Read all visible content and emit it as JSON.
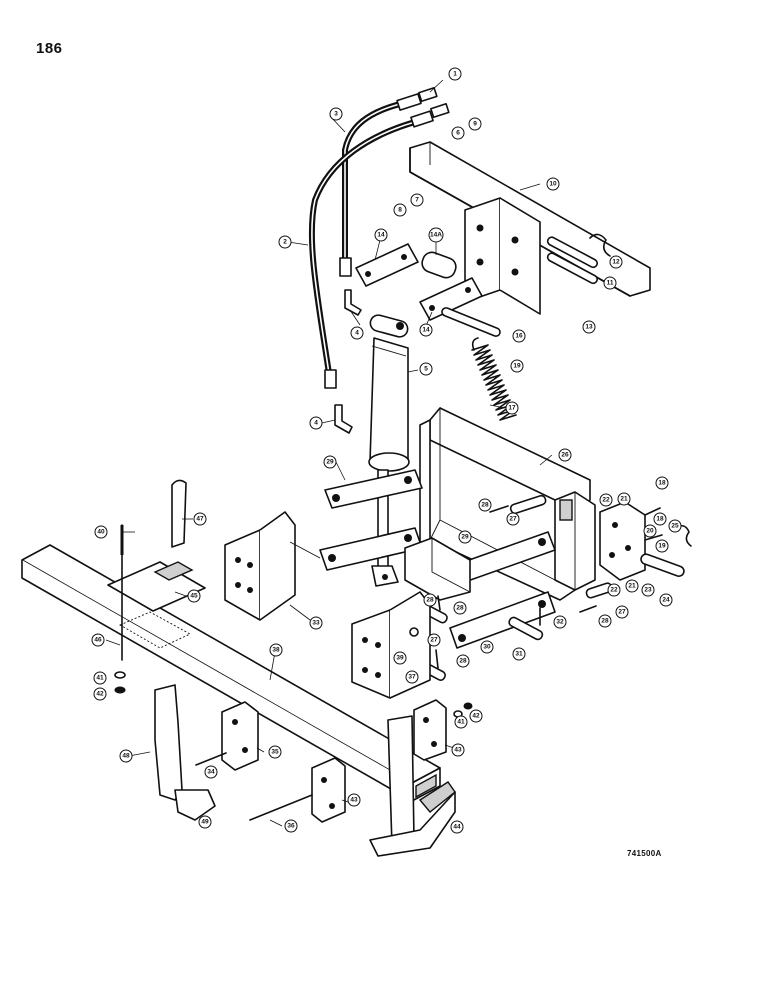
{
  "page": {
    "number": "186",
    "figure_code": "741500A"
  },
  "callouts": [
    "1",
    "2",
    "3",
    "4",
    "4",
    "5",
    "6",
    "7",
    "8",
    "9",
    "10",
    "11",
    "12",
    "13",
    "14",
    "14",
    "14A",
    "16",
    "17",
    "18",
    "18",
    "19",
    "19",
    "20",
    "21",
    "21",
    "22",
    "22",
    "23",
    "24",
    "25",
    "26",
    "27",
    "27",
    "27",
    "28",
    "28",
    "28",
    "28",
    "28",
    "29",
    "29",
    "30",
    "31",
    "32",
    "33",
    "34",
    "35",
    "36",
    "37",
    "38",
    "39",
    "40",
    "41",
    "41",
    "42",
    "42",
    "43",
    "43",
    "44",
    "45",
    "46",
    "47",
    "48",
    "49"
  ]
}
